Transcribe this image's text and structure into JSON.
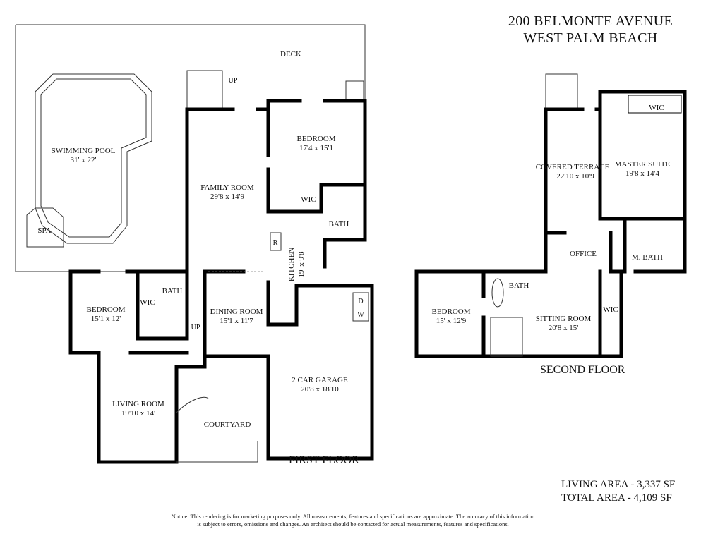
{
  "header": {
    "line1": "200 BELMONTE AVENUE",
    "line2": "WEST PALM BEACH"
  },
  "first_floor": {
    "label": "FIRST FLOOR",
    "rooms": [
      {
        "name": "DECK",
        "dims": ""
      },
      {
        "name": "SWIMMING POOL",
        "dims": "31' x 22'"
      },
      {
        "name": "SPA",
        "dims": ""
      },
      {
        "name": "BEDROOM",
        "dims": "17'4 x 15'1"
      },
      {
        "name": "FAMILY ROOM",
        "dims": "29'8 x 14'9"
      },
      {
        "name": "WIC",
        "dims": ""
      },
      {
        "name": "BATH",
        "dims": ""
      },
      {
        "name": "KITCHEN",
        "dims": "19' x 9'8"
      },
      {
        "name": "BEDROOM",
        "dims": "15'1 x 12'"
      },
      {
        "name": "WIC",
        "dims": ""
      },
      {
        "name": "BATH",
        "dims": ""
      },
      {
        "name": "DINING ROOM",
        "dims": "15'1 x 11'7"
      },
      {
        "name": "2 CAR GARAGE",
        "dims": "20'8 x 18'10"
      },
      {
        "name": "LIVING ROOM",
        "dims": "19'10 x 14'"
      },
      {
        "name": "COURTYARD",
        "dims": ""
      }
    ],
    "fixtures": {
      "up1": "UP",
      "up2": "UP",
      "fridge": "R",
      "dryer": "D",
      "washer": "W"
    }
  },
  "second_floor": {
    "label": "SECOND FLOOR",
    "rooms": [
      {
        "name": "WIC",
        "dims": ""
      },
      {
        "name": "COVERED TERRACE",
        "dims": "22'10 x 10'9"
      },
      {
        "name": "MASTER SUITE",
        "dims": "19'8 x 14'4"
      },
      {
        "name": "OFFICE",
        "dims": ""
      },
      {
        "name": "M. BATH",
        "dims": ""
      },
      {
        "name": "BATH",
        "dims": ""
      },
      {
        "name": "BEDROOM",
        "dims": "15' x 12'9"
      },
      {
        "name": "SITTING ROOM",
        "dims": "20'8 x 15'"
      },
      {
        "name": "WIC",
        "dims": ""
      }
    ]
  },
  "areas": {
    "living": "LIVING AREA - 3,337 SF",
    "total": "TOTAL AREA - 4,109 SF"
  },
  "notice": {
    "line1": "Notice: This rendering is for marketing purposes only. All measurements, features and specifications are approximate. The accuracy of this information",
    "line2": "is subject to errors, omissions and changes. An architect should be contacted for actual measurements, features and specifications."
  }
}
